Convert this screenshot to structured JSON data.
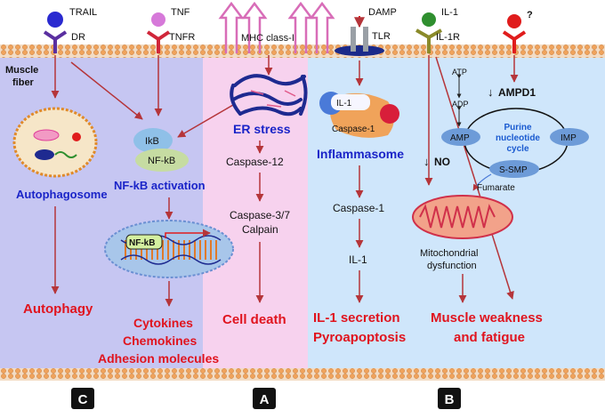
{
  "receptors": {
    "trail": "TRAIL",
    "dr": "DR",
    "tnf": "TNF",
    "tnfr": "TNFR",
    "mhc": "MHC class-I",
    "damp": "DAMP",
    "tlr": "TLR",
    "il1": "IL-1",
    "il1r": "IL-1R",
    "unknown": "?"
  },
  "panel_c": {
    "muscle": "Muscle",
    "fiber": "fiber",
    "autophagosome": "Autophagosome",
    "autophagy": "Autophagy",
    "tag": "C"
  },
  "nfkb": {
    "ikb": "IkB",
    "nfkb": "NF-kB",
    "activation": "NF-kB activation",
    "dna_nfkb": "NF-kB",
    "out1": "Cytokines",
    "out2": "Chemokines",
    "out3": "Adhesion molecules"
  },
  "panel_a": {
    "er_stress": "ER stress",
    "casp12": "Caspase-12",
    "casp37": "Caspase-3/7",
    "calpain": "Calpain",
    "cell_death": "Cell death",
    "tag": "A"
  },
  "panel_b": {
    "inf_il1": "IL-1",
    "inf_casp1": "Caspase-1",
    "inflammasome": "Inflammasome",
    "casp1": "Caspase-1",
    "il1": "IL-1",
    "out1": "IL-1 secretion",
    "out2": "Pyroapoptosis",
    "no": "NO",
    "atp": "ATP",
    "adp": "ADP",
    "amp": "AMP",
    "ampd1": "AMPD1",
    "purine1": "Purine",
    "purine2": "nucleotide",
    "purine3": "cycle",
    "imp": "IMP",
    "ssmp": "S-SMP",
    "fumarate": "Fumarate",
    "mito1": "Mitochondrial",
    "mito2": "dysfunction",
    "weak1": "Muscle weakness",
    "weak2": "and fatigue",
    "tag": "B"
  }
}
